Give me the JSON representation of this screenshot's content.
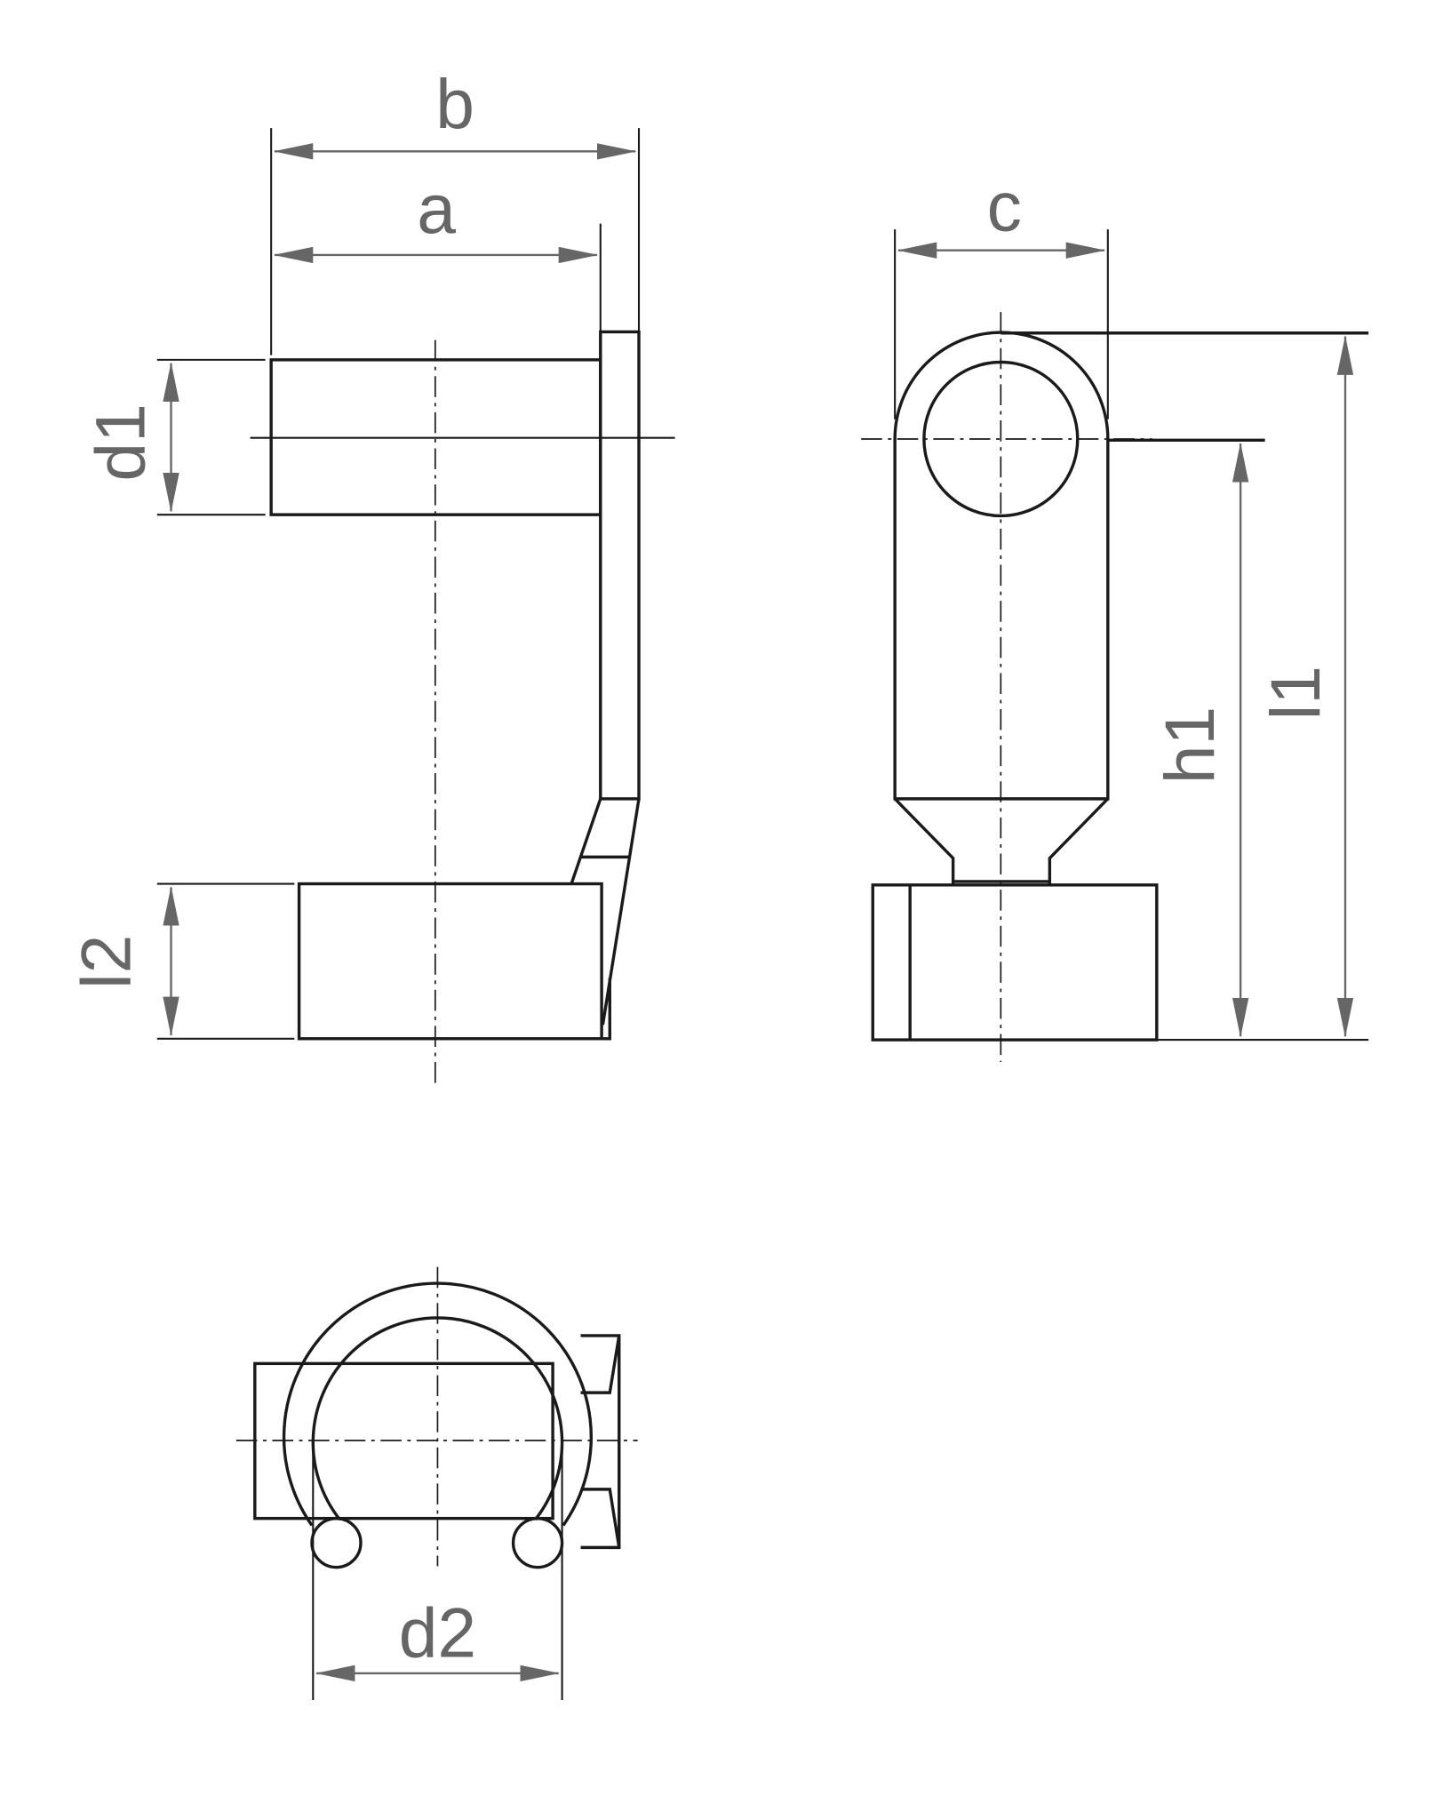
{
  "labels": {
    "b": "b",
    "a": "a",
    "c": "c",
    "d1": "d1",
    "l2": "l2",
    "h1": "h1",
    "l1": "l1",
    "d2": "d2"
  },
  "colors": {
    "outline": "#1a1a1a",
    "dimension": "#666666",
    "background": "#ffffff"
  }
}
